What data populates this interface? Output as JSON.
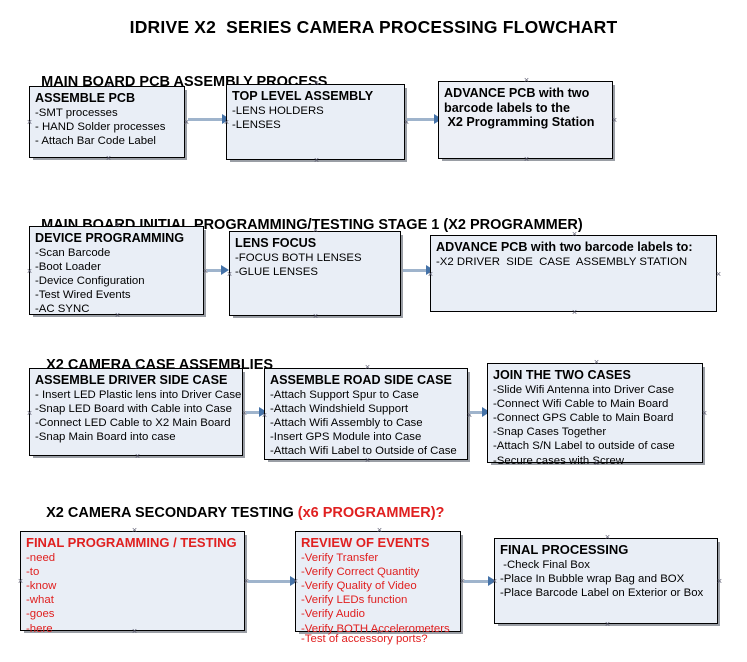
{
  "document": {
    "title": "IDRIVE X2  SERIES CAMERA PROCESSING FLOWCHART"
  },
  "colors": {
    "box_fill": "#e9eef6",
    "box_border": "#000000",
    "connector": "#9fb4cc",
    "arrowhead": "#4472a8",
    "text": "#000000",
    "accent_red": "#e02020"
  },
  "sections": [
    {
      "heading": "MAIN BOARD PCB ASSEMBLY PROCESS",
      "heading_accent": "",
      "nodes": [
        {
          "title": "ASSEMBLE PCB",
          "lines": [
            "-SMT processes",
            "- HAND Solder processes",
            "- Attach Bar Code Label"
          ]
        },
        {
          "title": "TOP LEVEL ASSEMBLY",
          "lines": [
            "-LENS HOLDERS",
            "-LENSES"
          ]
        },
        {
          "title": "ADVANCE PCB with two",
          "lines": [
            "barcode labels to the",
            " X2 Programming Station"
          ]
        }
      ]
    },
    {
      "heading": "MAIN BOARD INITIAL PROGRAMMING/TESTING STAGE 1 (X2 PROGRAMMER)",
      "heading_accent": "",
      "nodes": [
        {
          "title": "DEVICE PROGRAMMING",
          "lines": [
            "-Scan Barcode",
            "-Boot Loader",
            "-Device Configuration",
            "-Test Wired Events",
            "-AC SYNC"
          ]
        },
        {
          "title": "LENS FOCUS",
          "lines": [
            "-FOCUS BOTH LENSES",
            "-GLUE LENSES"
          ]
        },
        {
          "title": "ADVANCE PCB with two barcode labels to:",
          "lines": [
            "-X2 DRIVER  SIDE  CASE  ASSEMBLY STATION"
          ]
        }
      ]
    },
    {
      "heading": "X2 CAMERA CASE ASSEMBLIES",
      "heading_accent": "",
      "nodes": [
        {
          "title": "ASSEMBLE DRIVER SIDE CASE",
          "lines": [
            "- Insert LED Plastic lens into Driver Case",
            "-Snap LED Board with Cable into Case",
            "-Connect LED Cable to X2 Main Board",
            "-Snap Main Board into case"
          ]
        },
        {
          "title": "ASSEMBLE ROAD SIDE CASE",
          "lines": [
            "-Attach Support Spur to Case",
            "-Attach Windshield Support",
            "-Attach Wifi Assembly to Case",
            "-Insert GPS Module into Case",
            "-Attach Wifi Label to Outside of Case"
          ]
        },
        {
          "title": "JOIN THE TWO CASES",
          "lines": [
            "-Slide Wifi Antenna into Driver Case",
            "-Connect Wifi Cable to Main Board",
            "-Connect GPS Cable to Main Board",
            "-Snap Cases Together",
            "-Attach S/N Label to outside of case",
            "-Secure cases with Screw"
          ]
        }
      ]
    },
    {
      "heading": "X2 CAMERA SECONDARY TESTING ",
      "heading_accent": "(x6 PROGRAMMER)?",
      "nodes": [
        {
          "title": "FINAL PROGRAMMING / TESTING",
          "lines": [
            "-need",
            "-to",
            "-know",
            "-what",
            "-goes",
            "-here"
          ]
        },
        {
          "title": "REVIEW OF EVENTS",
          "lines": [
            "-Verify Transfer",
            "-Verify Correct Quantity",
            "-Verify Quality of Video",
            "-Verify LEDs function",
            "-Verify Audio",
            "-Verify BOTH Accelerometers"
          ],
          "overflow_line": "-Test of accessory ports?"
        },
        {
          "title": "FINAL PROCESSING",
          "lines": [
            " -Check Final Box",
            "-Place In Bubble wrap Bag and BOX",
            "-Place Barcode Label on Exterior or Box"
          ]
        }
      ]
    }
  ]
}
